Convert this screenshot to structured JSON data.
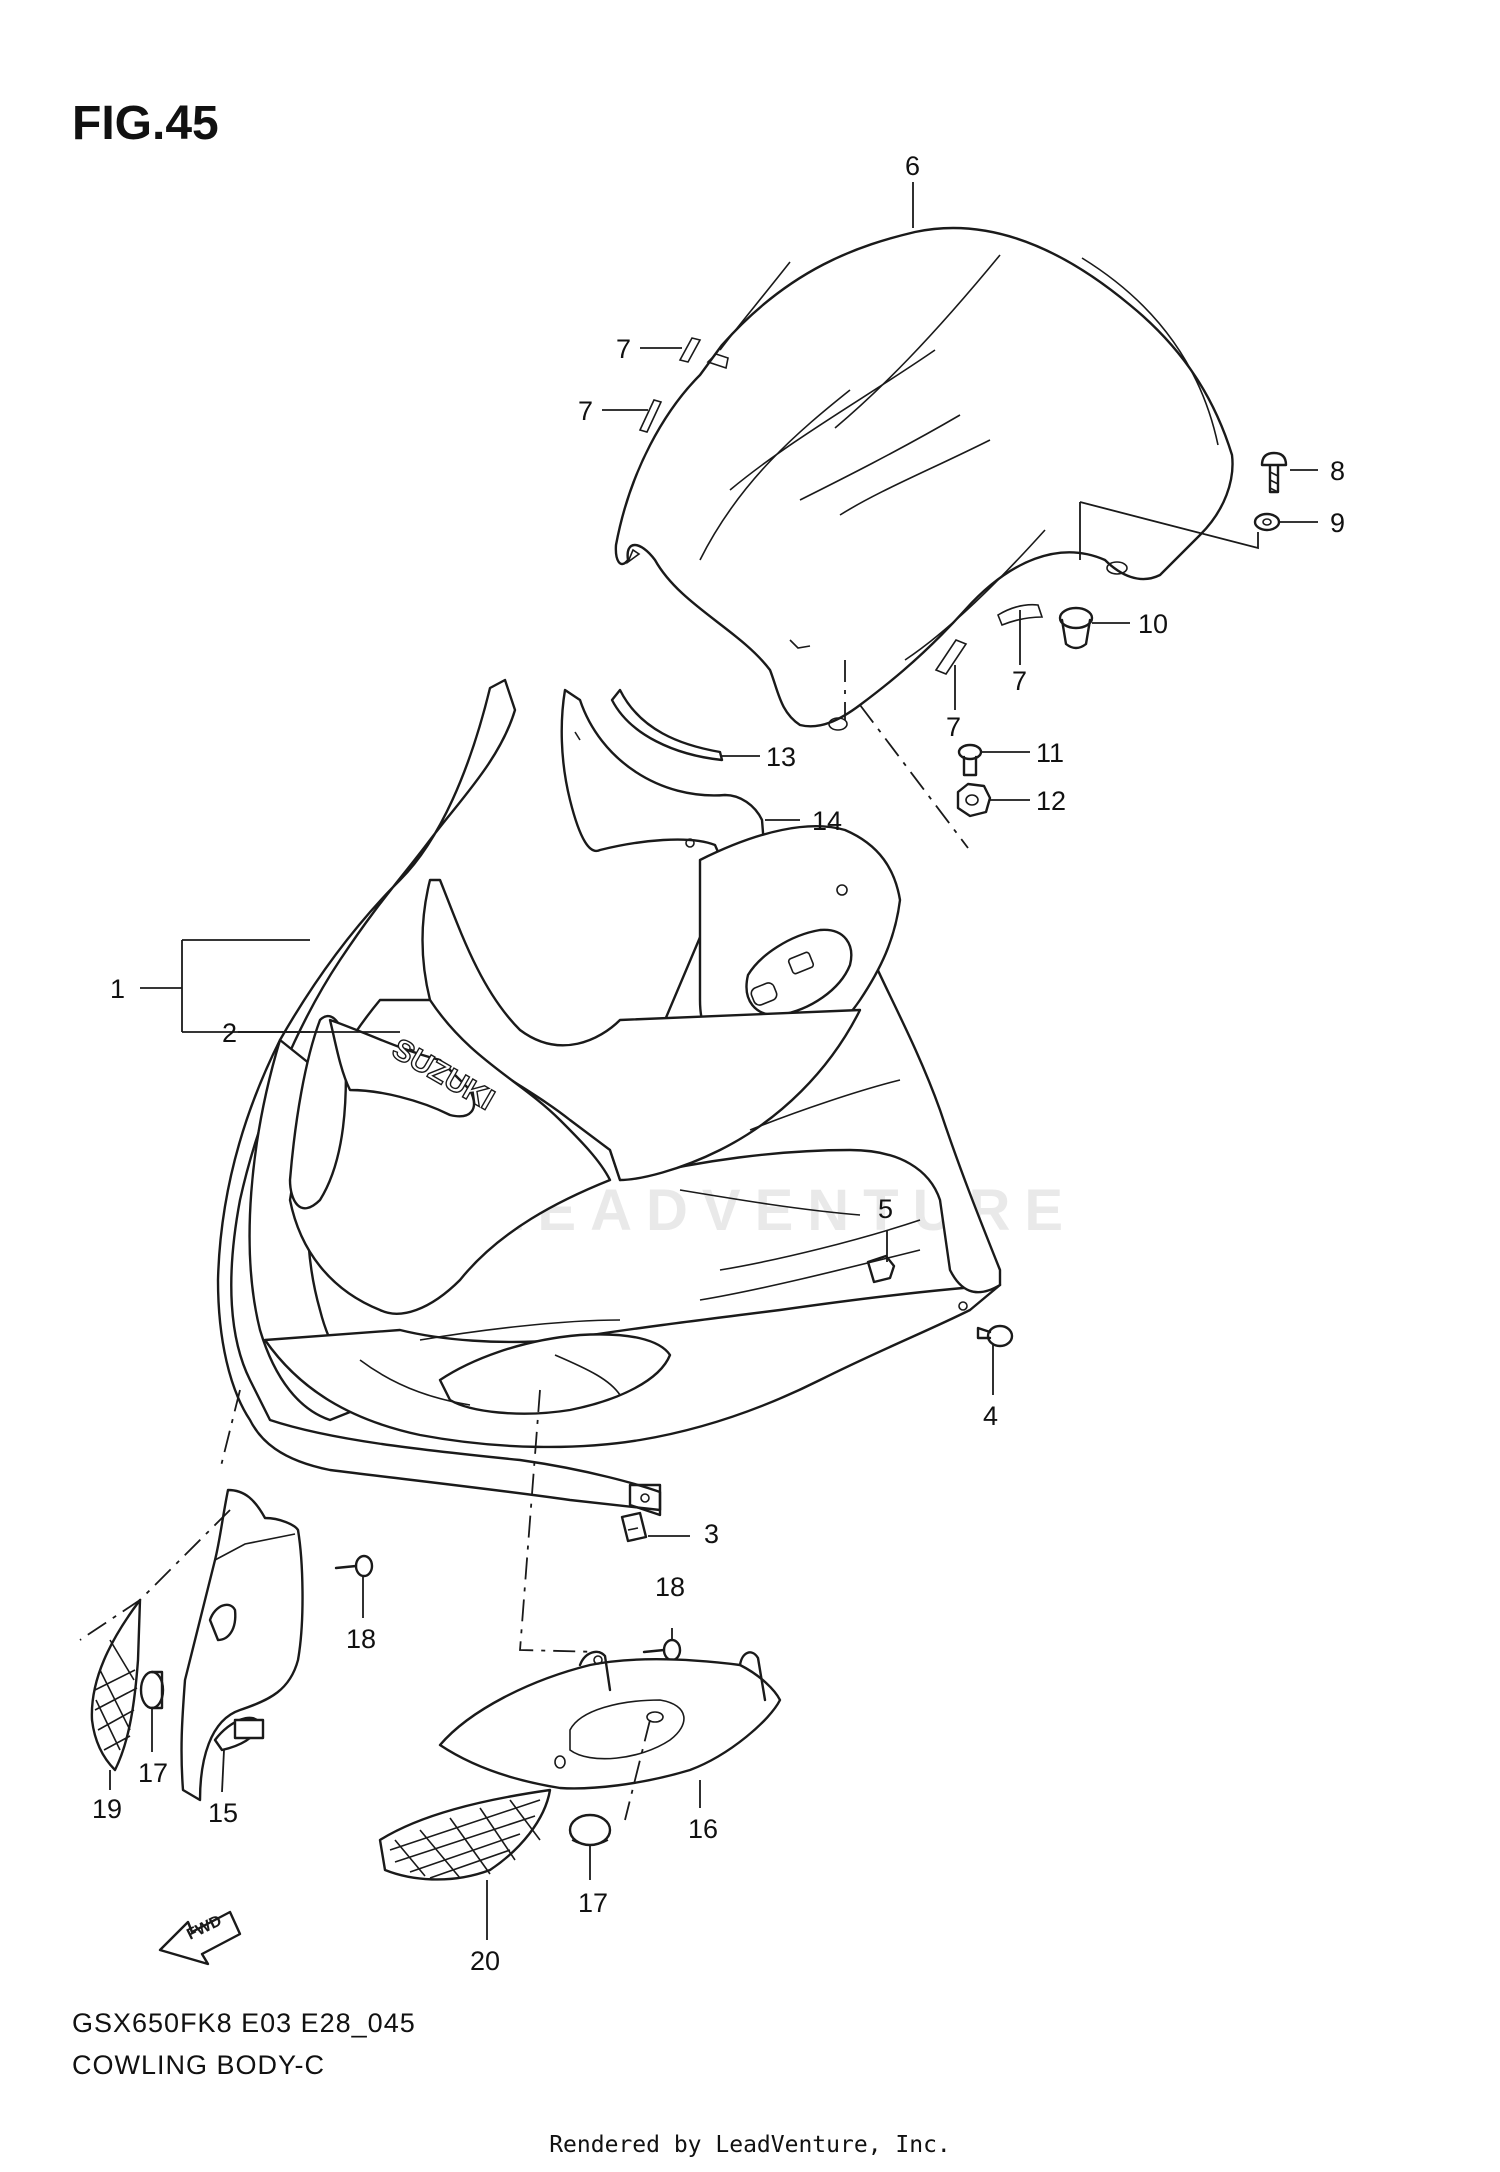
{
  "figure_title": "FIG.45",
  "watermark_text": "LEADVENTURE",
  "logo_decal_text": "SUZUKI",
  "arrow_label": "FWD",
  "callouts": [
    {
      "id": "c1",
      "text": "1"
    },
    {
      "id": "c2",
      "text": "2"
    },
    {
      "id": "c3",
      "text": "3"
    },
    {
      "id": "c4",
      "text": "4"
    },
    {
      "id": "c5",
      "text": "5"
    },
    {
      "id": "c6",
      "text": "6"
    },
    {
      "id": "c7a",
      "text": "7"
    },
    {
      "id": "c7b",
      "text": "7"
    },
    {
      "id": "c7c",
      "text": "7"
    },
    {
      "id": "c7d",
      "text": "7"
    },
    {
      "id": "c8",
      "text": "8"
    },
    {
      "id": "c9",
      "text": "9"
    },
    {
      "id": "c10",
      "text": "10"
    },
    {
      "id": "c11",
      "text": "11"
    },
    {
      "id": "c12",
      "text": "12"
    },
    {
      "id": "c13",
      "text": "13"
    },
    {
      "id": "c14",
      "text": "14"
    },
    {
      "id": "c15",
      "text": "15"
    },
    {
      "id": "c16",
      "text": "16"
    },
    {
      "id": "c17a",
      "text": "17"
    },
    {
      "id": "c17b",
      "text": "17"
    },
    {
      "id": "c18a",
      "text": "18"
    },
    {
      "id": "c18b",
      "text": "18"
    },
    {
      "id": "c19",
      "text": "19"
    },
    {
      "id": "c20",
      "text": "20"
    }
  ],
  "model_code": "GSX650FK8 E03 E28_045",
  "diagram_name": "COWLING BODY-C",
  "footer": "Rendered by LeadVenture, Inc."
}
